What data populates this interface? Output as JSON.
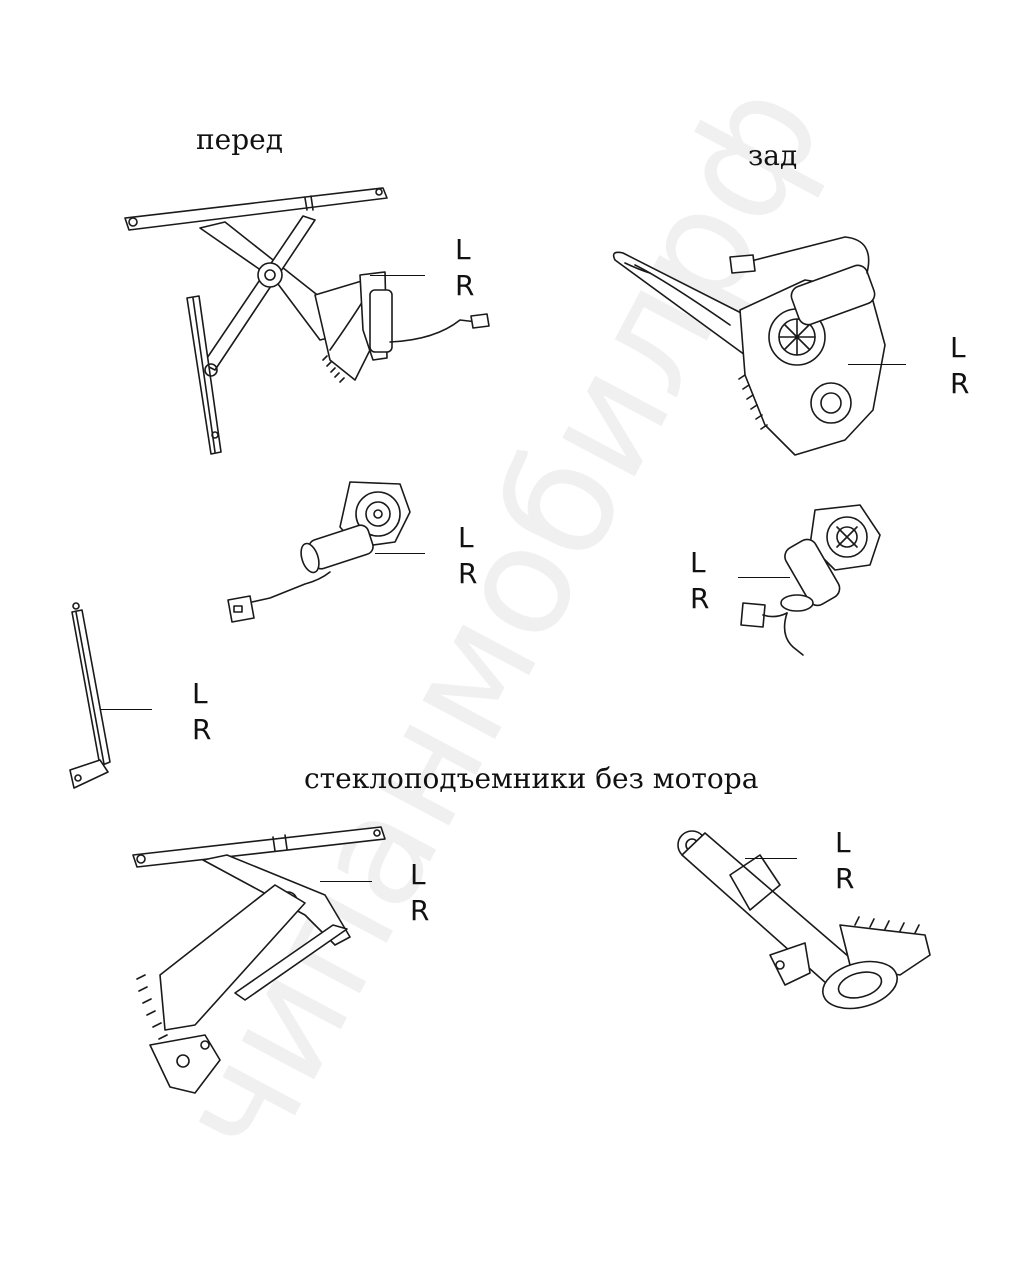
{
  "headings": {
    "front": "перед",
    "rear": "зад",
    "no_motor": "стеклоподъемники без мотора"
  },
  "side_labels": {
    "left": "L",
    "right": "R"
  },
  "watermark": {
    "text": "чипанмобилрф"
  },
  "parts": [
    "front-window-regulator-with-motor",
    "rear-window-regulator-with-motor",
    "front-window-motor",
    "rear-window-motor",
    "door-glass-guide-rail",
    "front-window-regulator-without-motor",
    "rear-window-regulator-without-motor"
  ]
}
